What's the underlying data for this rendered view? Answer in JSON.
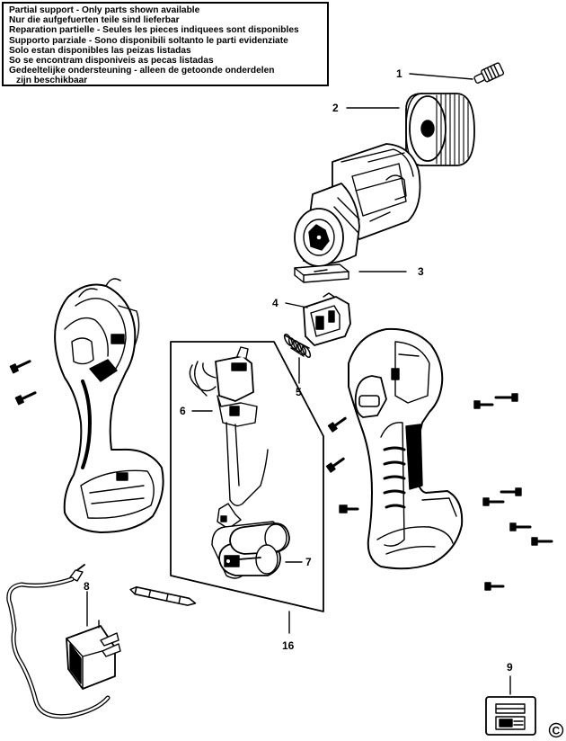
{
  "notice": {
    "lines": [
      "Partial support - Only parts shown available",
      "Nur die aufgefuerten teile sind lieferbar",
      "Reparation partielle - Seules les pieces indiquees sont disponibles",
      "Supporto parziale - Sono disponibili soltanto le parti evidenziate",
      "Solo estan disponibles las peizas listadas",
      "So se encontram disponiveis as pecas listadas",
      "Gedeeltelijke ondersteuning - alleen de getoonde onderdelen",
      "zijn beschikbaar"
    ]
  },
  "callouts": {
    "c1": "1",
    "c2": "2",
    "c3": "3",
    "c4": "4",
    "c5": "5",
    "c6": "6",
    "c7": "7",
    "c8": "8",
    "c9": "9",
    "c16": "16"
  },
  "copyright": "C"
}
